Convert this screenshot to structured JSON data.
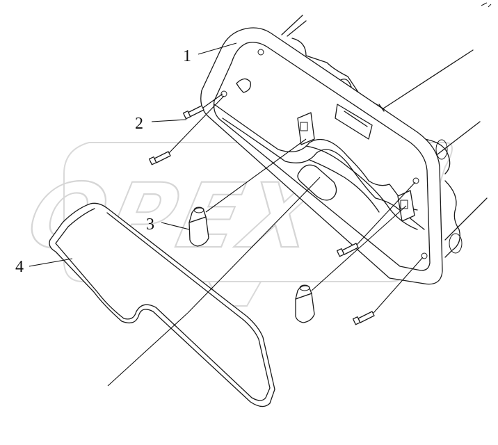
{
  "diagram": {
    "watermark_text": "OPEX",
    "callouts": [
      {
        "id": "1",
        "label": "1"
      },
      {
        "id": "2",
        "label": "2"
      },
      {
        "id": "3",
        "label": "3"
      },
      {
        "id": "4",
        "label": "4"
      }
    ]
  }
}
